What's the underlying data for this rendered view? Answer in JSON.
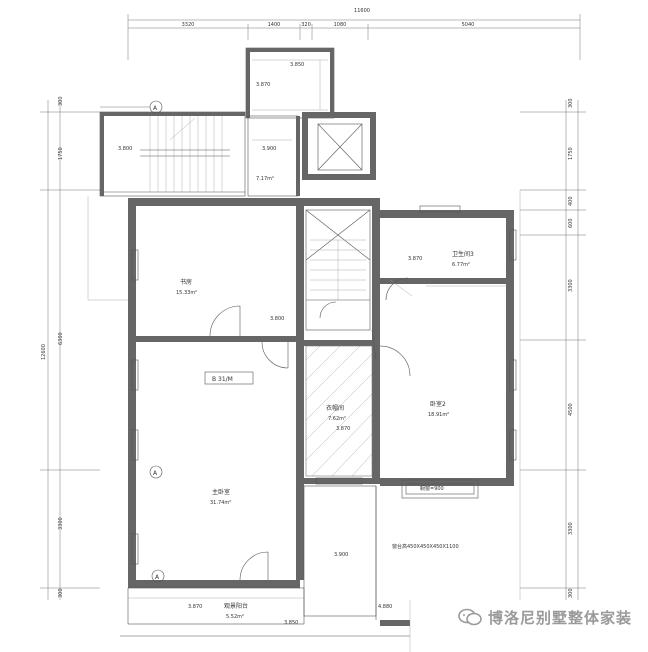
{
  "dimensions": {
    "total": "11600",
    "top": [
      "3320",
      "1400",
      "320",
      "1080",
      "5040"
    ],
    "left": [
      "300",
      "1750",
      "6300",
      "12600",
      "3300",
      "300"
    ],
    "right": [
      "300",
      "1750",
      "400",
      "600",
      "3300",
      "4500",
      "3300",
      "300"
    ]
  },
  "grid_axis": "A",
  "rooms": {
    "study": {
      "name": "书房",
      "area": "15.33m²"
    },
    "bath3": {
      "name": "卫生间3",
      "area": "6.77m²"
    },
    "closet": {
      "name": "衣帽间",
      "area": "7.62m²"
    },
    "bedroom2": {
      "name": "卧室2",
      "area": "18.91m²"
    },
    "master": {
      "name": "主卧室",
      "area": "31.74m²"
    },
    "balcony": {
      "name": "观景阳台",
      "area": "5.52m²"
    },
    "pantry": {
      "name": "",
      "area": "7.17m²"
    }
  },
  "elevations": [
    "3.850",
    "3.870",
    "3.800",
    "3.900",
    "3.870",
    "4.880",
    "3.870",
    "3.850"
  ],
  "labels": {
    "b_axis": "B 31/M",
    "window_bay": "橱窗=900",
    "window_note": "窗台高450X450X450X1100",
    "watermark": "博洛尼别墅整体家装"
  }
}
